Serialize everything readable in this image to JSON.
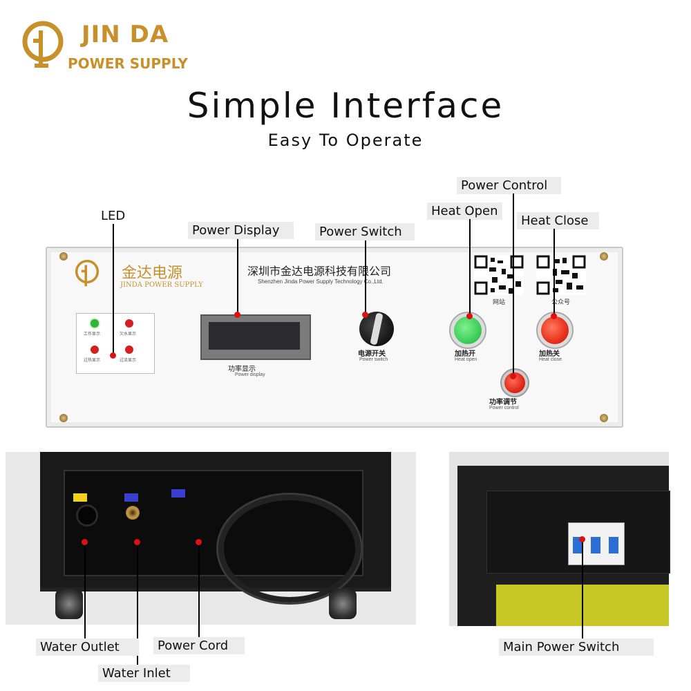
{
  "brand": {
    "name": "JIN DA",
    "tagline": "POWER SUPPLY"
  },
  "heading": {
    "title": "Simple Interface",
    "subtitle": "Easy To Operate"
  },
  "callouts": {
    "led": "LED",
    "power_display": "Power Display",
    "power_switch": "Power Switch",
    "power_control": "Power Control",
    "heat_open": "Heat Open",
    "heat_close": "Heat Close",
    "water_outlet": "Water Outlet",
    "water_inlet": "Water Inlet",
    "power_cord": "Power Cord",
    "main_power_switch": "Main Power Switch"
  },
  "panel": {
    "logo_cn": "金达电源",
    "logo_en": "JINDA POWER SUPPLY",
    "company_cn": "深圳市金达电源科技有限公司",
    "company_en": "Shenzhen Jinda Power Supply Technology Co.,Ltd.",
    "qr_website": "网站",
    "qr_official": "公众号",
    "display_cn": "功率显示",
    "display_en": "Power display",
    "switch_cn": "电源开关",
    "switch_en": "Power switch",
    "heat_open_cn": "加热开",
    "heat_open_en": "Heat open",
    "heat_close_cn": "加热关",
    "heat_close_en": "Heat close",
    "control_cn": "功率调节",
    "control_en": "Power control",
    "leds": [
      {
        "cn": "工作显示",
        "color": "#2fb52f"
      },
      {
        "cn": "欠水显示",
        "color": "#d22020"
      },
      {
        "cn": "过热显示",
        "color": "#d22020"
      },
      {
        "cn": "过流显示",
        "color": "#d22020"
      }
    ]
  },
  "colors": {
    "brand_gold": "#c8902a",
    "marker_red": "#d11111",
    "heat_open_green": "#3fcf5c",
    "heat_close_red": "#e8311d"
  }
}
